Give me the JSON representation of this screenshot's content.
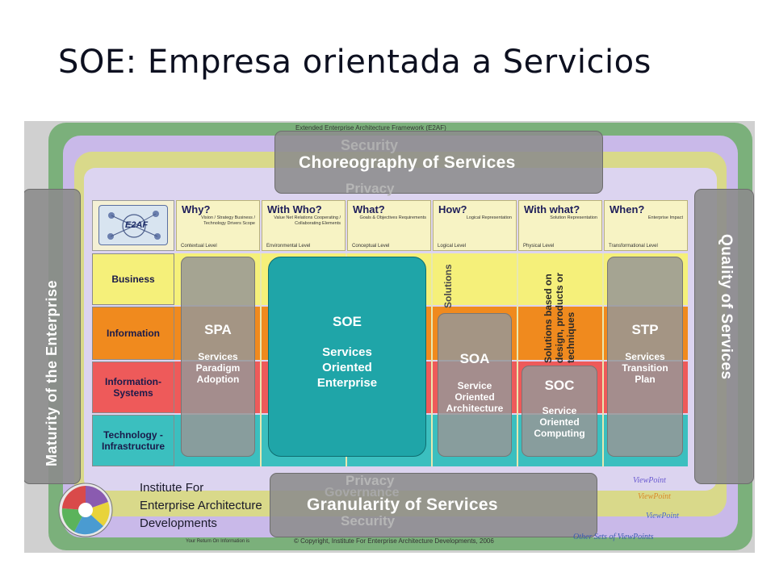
{
  "slide": {
    "title": "SOE: Empresa orientada a Servicios"
  },
  "diagram": {
    "framework_title": "Extended Enterprise Architecture Framework (E2AF)",
    "top_banner": {
      "security": "Security",
      "main": "Choreography of Services",
      "privacy": "Privacy"
    },
    "bottom_banner": {
      "privacy": "Privacy",
      "governance": "Governance",
      "main": "Granularity of Services",
      "security": "Security"
    },
    "left_band": "Maturity of the Enterprise",
    "right_band": "Quality of Services",
    "logo_text": "E2AF",
    "columns": [
      {
        "head": "Why?",
        "sub": "Vision / Strategy Business / Technology Drivers Scope",
        "bottom": "Contextual Level"
      },
      {
        "head": "With Who?",
        "sub": "Value Net Relations Cooperating / Collaborating Elements",
        "bottom": "Environmental Level"
      },
      {
        "head": "What?",
        "sub": "Goals & Objectives Requirements",
        "bottom": "Conceptual Level"
      },
      {
        "head": "How?",
        "sub": "Logical Representation",
        "bottom": "Logical Level"
      },
      {
        "head": "With what?",
        "sub": "Solution Representation",
        "bottom": "Physical Level"
      },
      {
        "head": "When?",
        "sub": "Enterprise Impact",
        "bottom": "Transformational Level"
      }
    ],
    "rows": [
      "Business",
      "Information",
      "Information-Systems",
      "Technology - Infrastructure"
    ],
    "pillars": {
      "spa": {
        "abbr": "SPA",
        "name": "Services Paradigm Adoption"
      },
      "soe": {
        "abbr": "SOE",
        "name": "Services Oriented Enterprise"
      },
      "soa": {
        "abbr": "SOA",
        "name": "Service Oriented Architecture"
      },
      "soc": {
        "abbr": "SOC",
        "name": "Service Oriented Computing"
      },
      "stp": {
        "abbr": "STP",
        "name": "Services Transition Plan"
      }
    },
    "faded_texts": {
      "solutions": "Solutions",
      "solutions_based": "Solutions based on design, products or techniques"
    },
    "institute": {
      "line1": "Institute For",
      "line2": "Enterprise Architecture",
      "line3": "Developments"
    },
    "viewpoints": [
      "ViewPoint",
      "ViewPoint",
      "ViewPoint",
      "Other Sets of ViewPoints"
    ],
    "copyright": "© Copyright, Institute For Enterprise Architecture Developments, 2006",
    "roi_note": "Your Return On Information is"
  },
  "colors": {
    "outer_frame": "#7bb07b",
    "purple_frame": "#c9b9e9",
    "yellow_frame": "#d9d98a",
    "business": "#f5f07a",
    "information": "#f08a1e",
    "info_systems": "#ee5a5a",
    "technology": "#3bbfbf",
    "soe_teal": "#1fa5a8",
    "banner_gray": "#8f8f8f"
  }
}
